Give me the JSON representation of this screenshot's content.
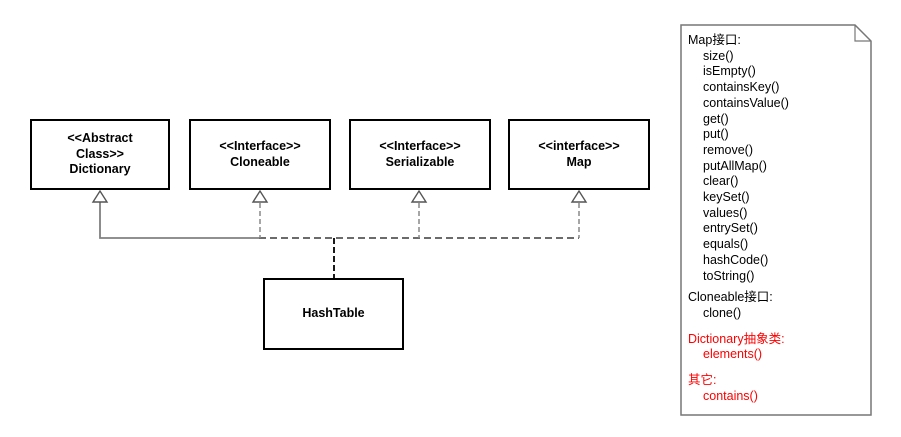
{
  "classes": {
    "dictionary": {
      "label": "<<Abstract\nClass>>\nDictionary"
    },
    "cloneable": {
      "label": "<<Interface>>\nCloneable"
    },
    "serializable": {
      "label": "<<Interface>>\nSerializable"
    },
    "map": {
      "label": "<<interface>>\nMap"
    },
    "hashtable": {
      "label": "HashTable"
    }
  },
  "note": {
    "sections": [
      {
        "header": "Map接口:",
        "color": "#000000",
        "methods": [
          "size()",
          "isEmpty()",
          "containsKey()",
          "containsValue()",
          "get()",
          "put()",
          "remove()",
          "putAllMap()",
          "clear()",
          "keySet()",
          "values()",
          "entrySet()",
          "equals()",
          "hashCode()",
          "toString()"
        ]
      },
      {
        "header": "Cloneable接口:",
        "color": "#000000",
        "methods": [
          "clone()"
        ]
      },
      {
        "header": "Dictionary抽象类:",
        "color": "#ff0000",
        "methods": [
          "elements()"
        ]
      },
      {
        "header": "其它:",
        "color": "#ff0000",
        "methods": [
          "contains()"
        ]
      }
    ]
  },
  "colors": {
    "box_border": "#000000",
    "solid_connector": "#808080",
    "stub_connector": "#888888",
    "dark_connector": "#3a3a3a",
    "hashtable_connector": "#1a1a1a",
    "triangle_stroke": "#555555",
    "note_border": "#777777",
    "highlight_red": "#ff0000"
  }
}
